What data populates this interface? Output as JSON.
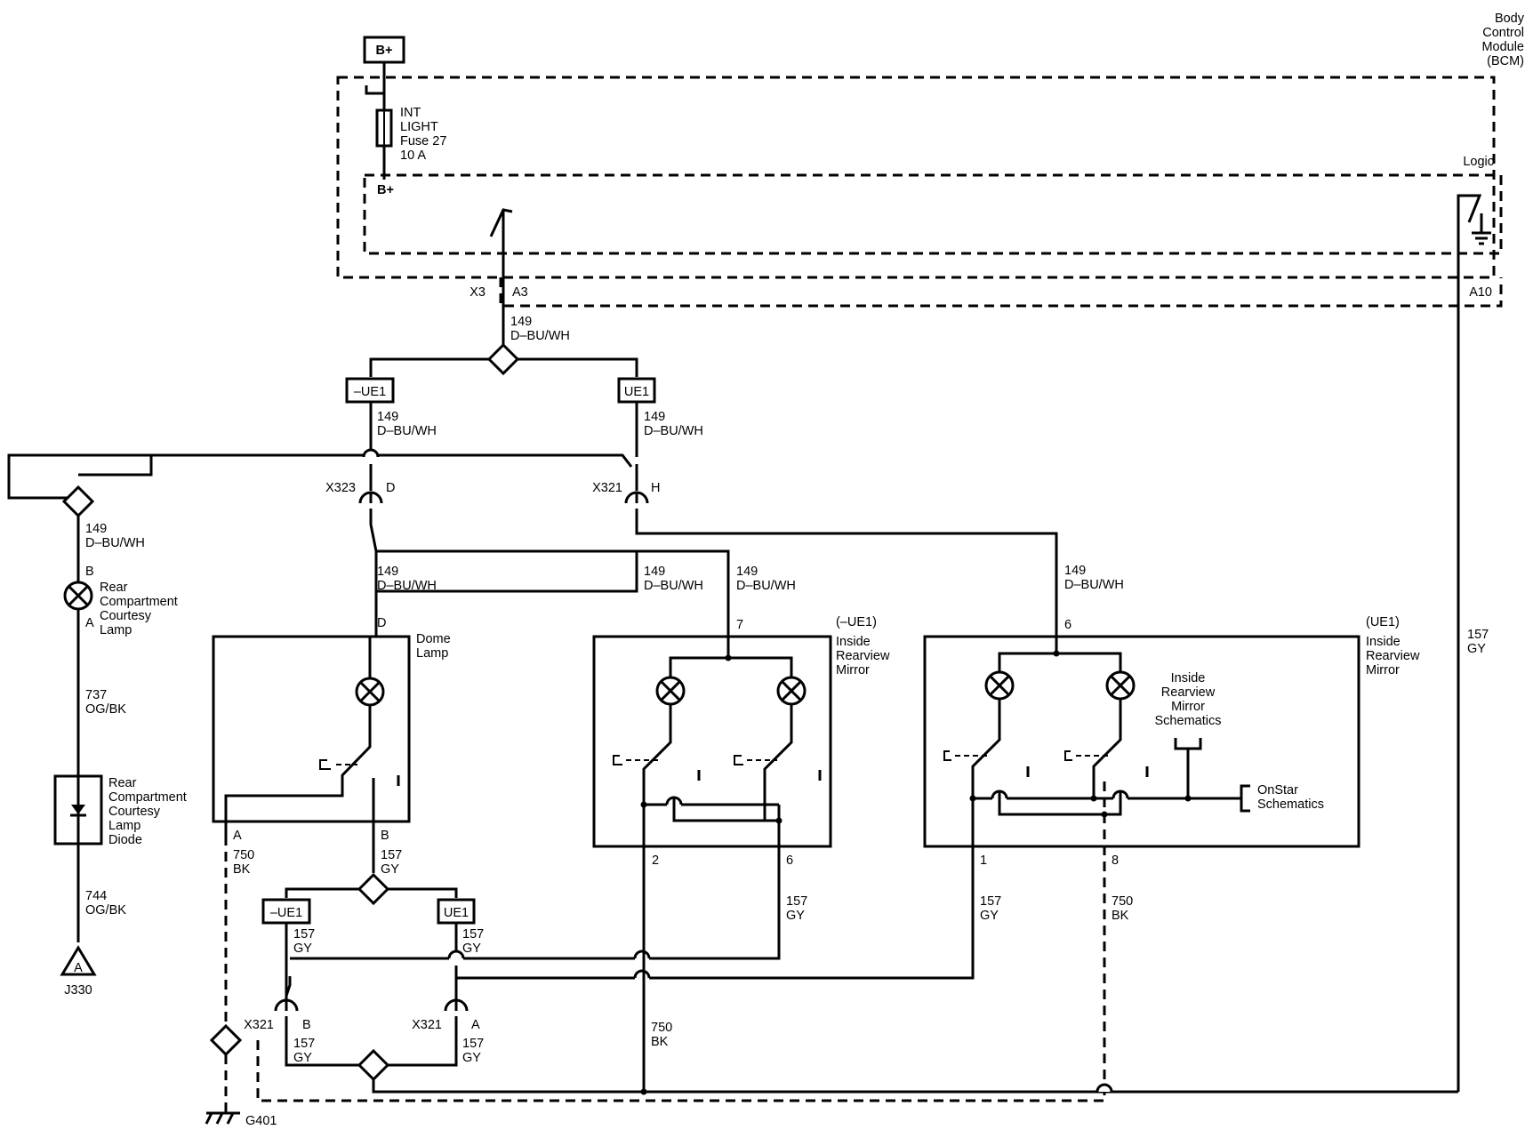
{
  "bcm": {
    "title_lines": [
      "Body",
      "Control",
      "Module",
      "(BCM)"
    ],
    "logic_label": "Logic"
  },
  "power": {
    "bplus_top": "B+",
    "fuse_lines": [
      "INT",
      "LIGHT",
      "Fuse 27",
      "10 A"
    ],
    "bplus_inner": "B+"
  },
  "bcm_pins": {
    "connector": "X3",
    "pin_a3": "A3",
    "pin_a10": "A10"
  },
  "options": {
    "not_ue1": "–UE1",
    "ue1": "UE1"
  },
  "connectors": {
    "x323": "X323",
    "x321": "X321",
    "pin_d": "D",
    "pin_h": "H",
    "pin_b": "B",
    "pin_a": "A"
  },
  "wires": {
    "c149_num": "149",
    "c149_color": "D–BU/WH",
    "c157_num": "157",
    "c157_color": "GY",
    "c737_num": "737",
    "c737_color": "OG/BK",
    "c744_num": "744",
    "c744_color": "OG/BK",
    "c750_num": "750",
    "c750_color": "BK"
  },
  "rear_lamp": {
    "pin_b": "B",
    "pin_a": "A",
    "label_lines": [
      "Rear",
      "Compartment",
      "Courtesy",
      "Lamp"
    ]
  },
  "rear_diode": {
    "label_lines": [
      "Rear",
      "Compartment",
      "Courtesy",
      "Lamp",
      "Diode"
    ]
  },
  "j330": {
    "letter": "A",
    "label": "J330"
  },
  "dome": {
    "pin_top": "D",
    "label_lines": [
      "Dome",
      "Lamp"
    ],
    "pin_a": "A",
    "pin_b": "B"
  },
  "mirror_no_onstar": {
    "option": "(–UE1)",
    "label_lines": [
      "Inside",
      "Rearview",
      "Mirror"
    ],
    "pin_top": "7",
    "pin_left": "2",
    "pin_right": "6"
  },
  "mirror_onstar": {
    "option": "(UE1)",
    "label_lines": [
      "Inside",
      "Rearview",
      "Mirror"
    ],
    "schematics_lines": [
      "Inside",
      "Rearview",
      "Mirror",
      "Schematics"
    ],
    "onstar_lines": [
      "OnStar",
      "Schematics"
    ],
    "pin_top": "6",
    "pin_left": "1",
    "pin_right": "8"
  },
  "ground": {
    "label": "G401",
    "connector": "X321"
  }
}
